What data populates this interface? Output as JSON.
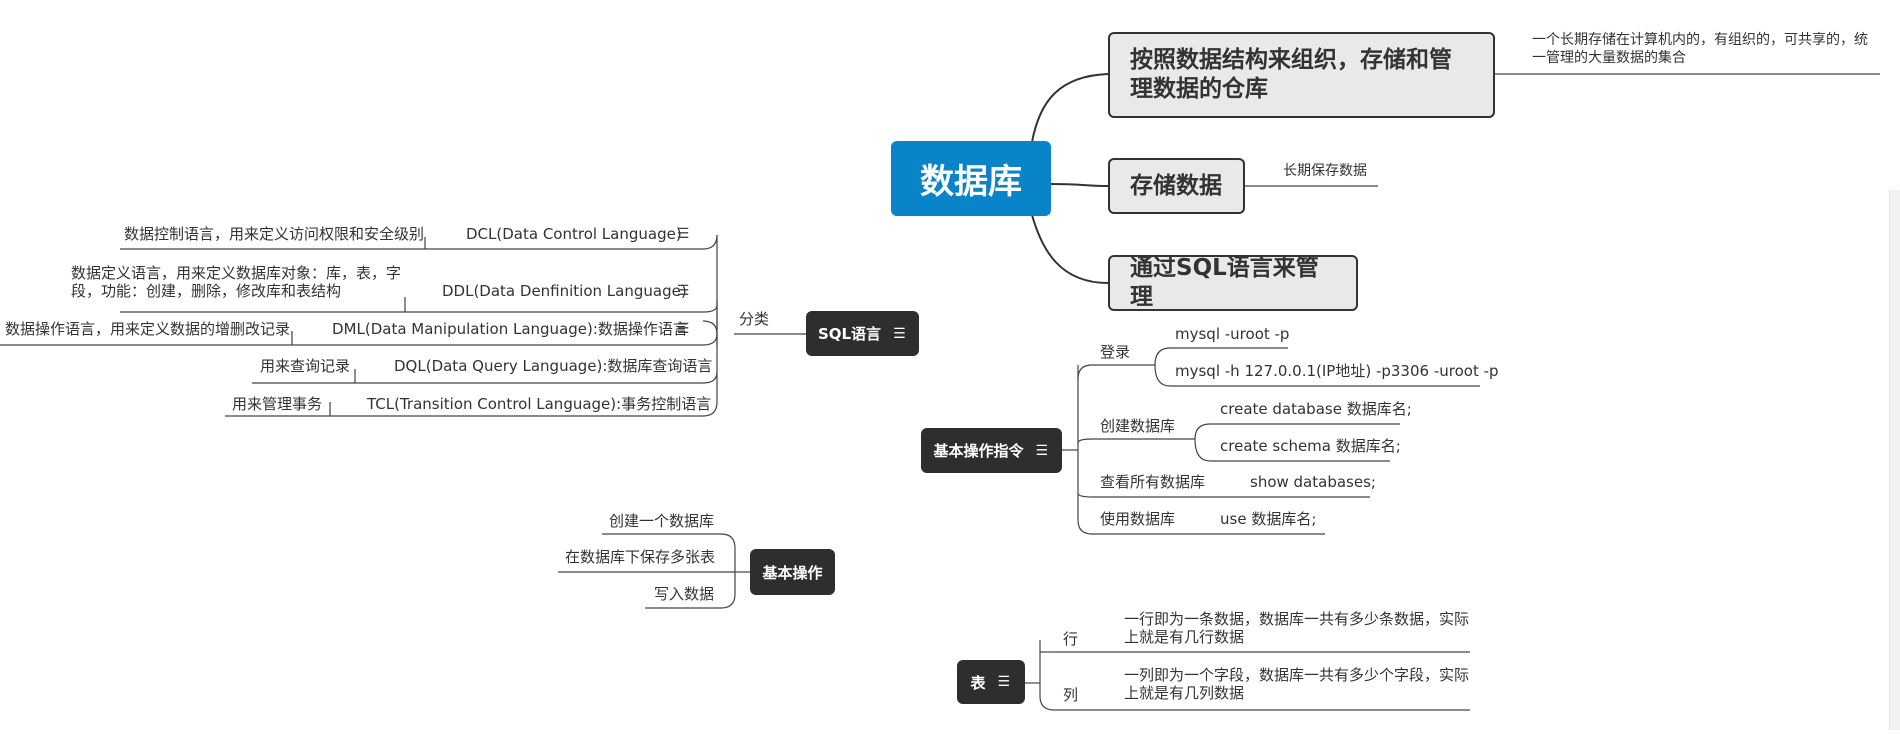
{
  "root": {
    "label": "数据库"
  },
  "branches": {
    "def1": {
      "label": "按照数据结构来组织，存储和管理数据的仓库",
      "note": "一个长期存储在计算机内的，有组织的，可共享的，统一管理的大量数据的集合"
    },
    "def2": {
      "label": "存储数据",
      "note": "长期保存数据"
    },
    "def3": {
      "label": "通过SQL语言来管理"
    }
  },
  "sql": {
    "label": "SQL语言",
    "edge_label": "分类",
    "items": [
      {
        "name": "DCL(Data Control Language)",
        "desc": "数据控制语言，用来定义访问权限和安全级别"
      },
      {
        "name": "DDL(Data Denfinition Language)",
        "desc": "数据定义语言，用来定义数据库对象：库，表，字段，功能：创建，删除，修改库和表结构"
      },
      {
        "name": "DML(Data Manipulation Language):数据操作语言",
        "desc": "数据操作语言，用来定义数据的增删改记录"
      },
      {
        "name": "DQL(Data Query Language):数据库查询语言",
        "desc": "用来查询记录"
      },
      {
        "name": "TCL(Transition Control Language):事务控制语言",
        "desc": "用来管理事务"
      }
    ]
  },
  "basic_cmds": {
    "label": "基本操作指令",
    "groups": [
      {
        "label": "登录",
        "items": [
          "mysql -uroot -p",
          "mysql -h 127.0.0.1(IP地址) -p3306 -uroot -p"
        ]
      },
      {
        "label": "创建数据库",
        "items": [
          "create database 数据库名;",
          "create schema 数据库名;"
        ]
      },
      {
        "label": "查看所有数据库",
        "items": [
          "show databases;"
        ]
      },
      {
        "label": "使用数据库",
        "items": [
          "use 数据库名;"
        ]
      }
    ]
  },
  "basic_ops": {
    "label": "基本操作",
    "items": [
      "创建一个数据库",
      "在数据库下保存多张表",
      "写入数据"
    ]
  },
  "table": {
    "label": "表",
    "rows": [
      {
        "label": "行",
        "desc": "一行即为一条数据，数据库一共有多少条数据，实际上就是有几行数据"
      },
      {
        "label": "列",
        "desc": "一列即为一个字段，数据库一共有多少个字段，实际上就是有几列数据"
      }
    ]
  },
  "colors": {
    "root": "#0a84c9",
    "dark_node": "#2e2e2e",
    "branch_fill": "#e9e9e9",
    "line": "#333333"
  }
}
